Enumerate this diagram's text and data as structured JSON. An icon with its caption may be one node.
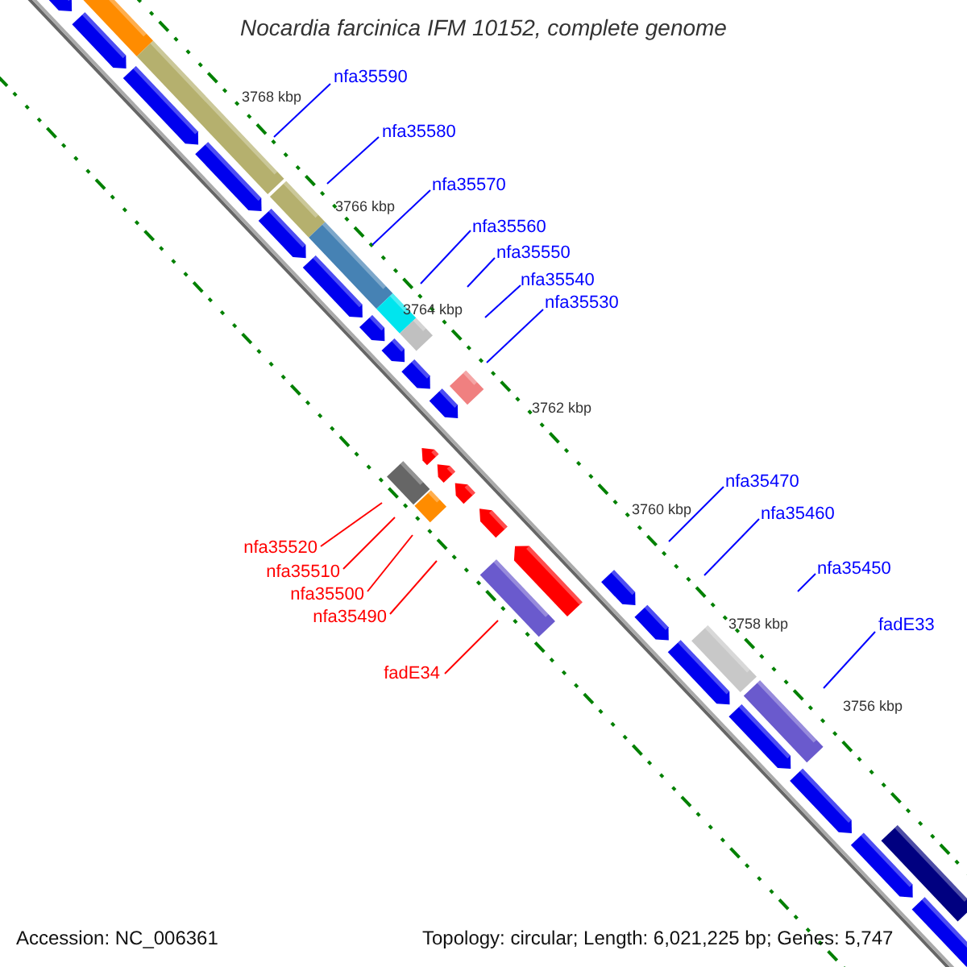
{
  "diagram": {
    "title": "Nocardia farcinica IFM 10152, complete genome",
    "nodes": [
      {
        "text": [
          "nfa35590"
        ]
      },
      {
        "text": [
          "nfa35580"
        ]
      },
      {
        "text": [
          "nfa35570"
        ]
      },
      {
        "text": [
          "nfa35560"
        ]
      },
      {
        "text": [
          "nfa35550"
        ]
      },
      {
        "text": [
          "nfa35540"
        ]
      },
      {
        "text": [
          "nfa35530"
        ]
      },
      {
        "text": [
          "nfa35470"
        ]
      },
      {
        "text": [
          "nfa35460"
        ]
      },
      {
        "text": [
          "nfa35520"
        ]
      },
      {
        "text": [
          "nfa35450"
        ]
      },
      {
        "text": [
          "nfa35510"
        ]
      },
      {
        "text": [
          "nfa35500"
        ]
      },
      {
        "text": [
          "nfa35490"
        ]
      },
      {
        "text": [
          "fadE33"
        ]
      },
      {
        "text": [
          "fadE34"
        ]
      }
    ],
    "edges": [
      {
        "from": 0,
        "to": null,
        "arrow": "none"
      },
      {
        "from": 1,
        "to": null,
        "arrow": "none"
      },
      {
        "from": 2,
        "to": null,
        "arrow": "none"
      },
      {
        "from": 3,
        "to": null,
        "arrow": "none"
      },
      {
        "from": 4,
        "to": null,
        "arrow": "none"
      },
      {
        "from": 5,
        "to": null,
        "arrow": "none"
      },
      {
        "from": 6,
        "to": null,
        "arrow": "none"
      },
      {
        "from": 7,
        "to": null,
        "arrow": "none"
      },
      {
        "from": 8,
        "to": null,
        "arrow": "none"
      },
      {
        "from": 9,
        "to": null,
        "arrow": "none",
        "color": "#ff0000"
      },
      {
        "from": 10,
        "to": null,
        "arrow": "none"
      },
      {
        "from": 11,
        "to": null,
        "arrow": "none",
        "color": "#ff0000"
      },
      {
        "from": 12,
        "to": null,
        "arrow": "none",
        "color": "#ff0000"
      },
      {
        "from": 13,
        "to": null,
        "arrow": "none",
        "color": "#ff0000"
      },
      {
        "from": 14,
        "to": null,
        "arrow": "none"
      },
      {
        "from": 15,
        "to": null,
        "arrow": "none",
        "color": "#ff0000"
      }
    ],
    "labels": [
      "3768 kbp",
      "3766 kbp",
      "3764 kbp",
      "3762 kbp",
      "3760 kbp",
      "3758 kbp",
      "3756 kbp",
      "Accession: NC_006361",
      "Topology: circular; Length: 6,021,225 bp; Genes: 5,747"
    ]
  }
}
